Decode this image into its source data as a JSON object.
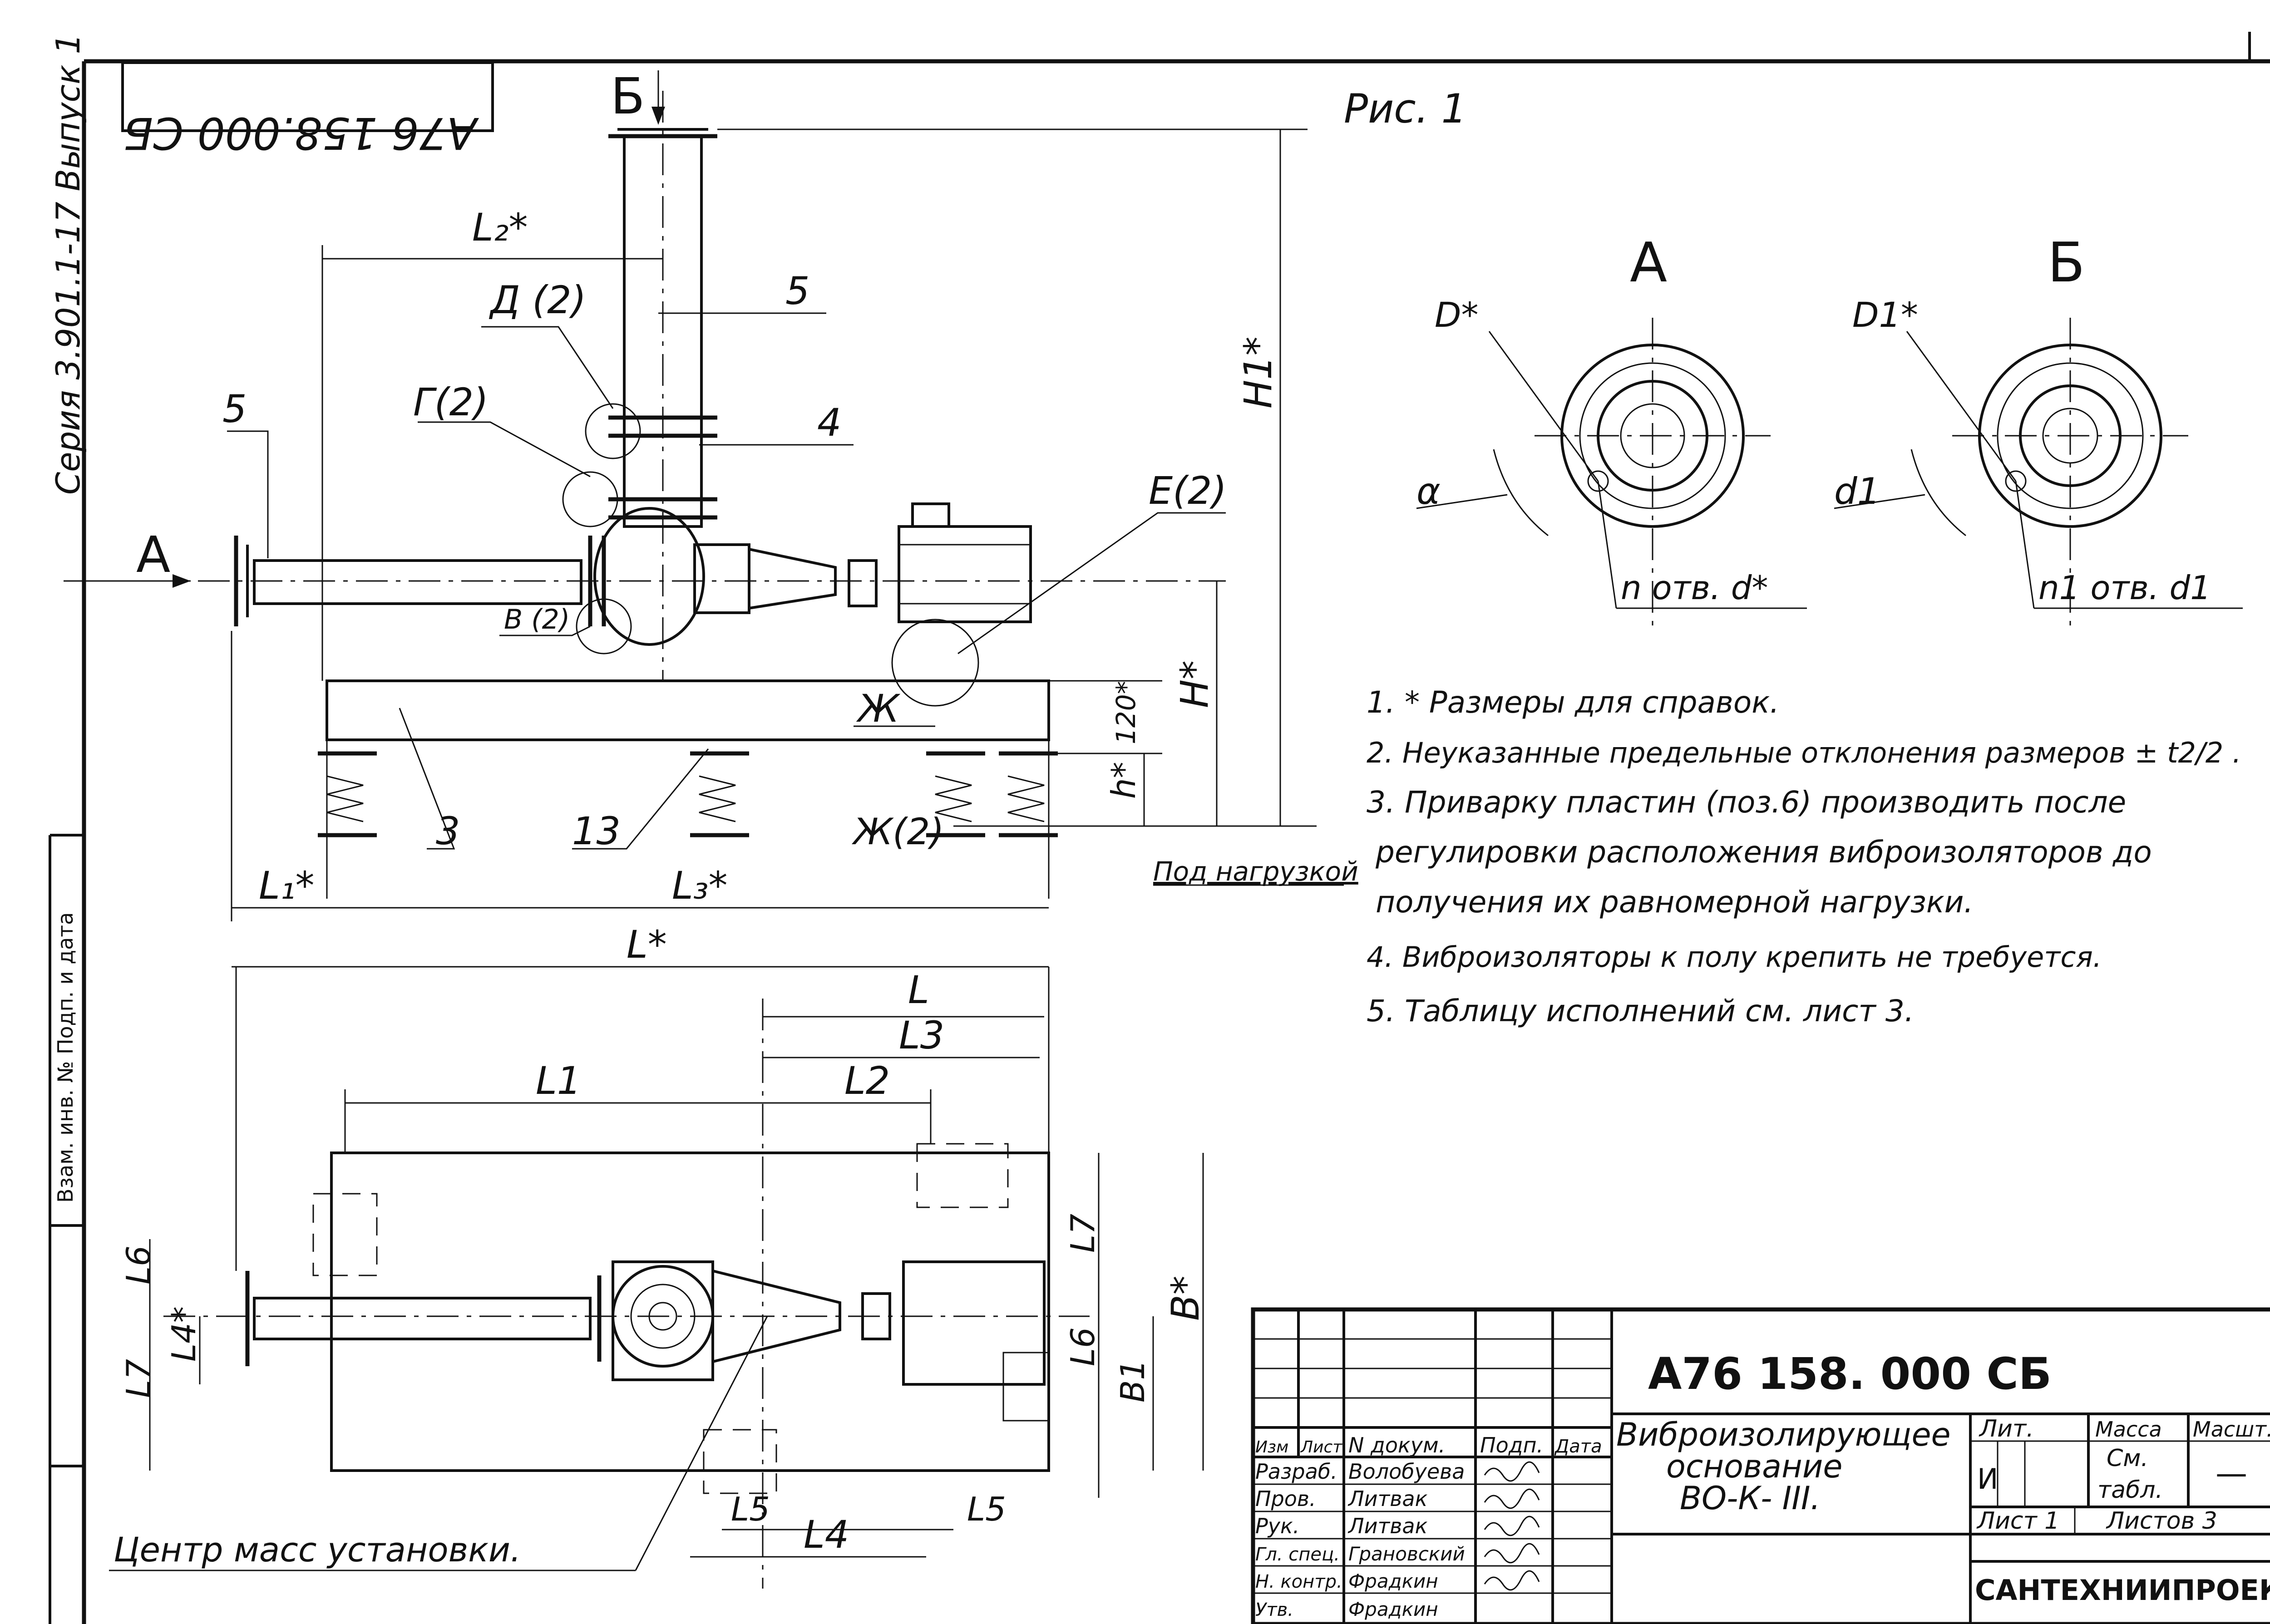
{
  "drawing": {
    "designation": "А76 158.000 СБ",
    "designation_rotated": "А76 158.000 СБ",
    "series": "Серия 3.901.1-17  Выпуск 1",
    "figure_title": "Рис. 1",
    "view_a_label": "А",
    "view_b_label": "Б",
    "arrow_a_label": "А",
    "arrow_b_label": "Б",
    "side_strip_text": "Взам. инв. №   Подп. и дата",
    "under_load_label": "Под нагрузкой",
    "center_mass_label": "Центр  масс  установки."
  },
  "callouts": {
    "d2": "Д (2)",
    "g2": "Г(2)",
    "v2": "В (2)",
    "e2": "Е(2)",
    "zh": "Ж",
    "zh2": "Ж(2)",
    "p5_left": "5",
    "p5_top": "5",
    "p4": "4",
    "p3": "3",
    "p13": "13"
  },
  "dimensions": {
    "L2_star": "L₂*",
    "H1_star": "H1*",
    "H_star": "H*",
    "h_star": "h*",
    "d120_star": "120*",
    "L1_star": "L₁*",
    "L3_star": "L₃*",
    "L_star": "L*",
    "L": "L",
    "L3": "L3",
    "L1": "L1",
    "L2": "L2",
    "L6_left": "L6",
    "L7_left": "L7",
    "L4_star": "L4*",
    "L7_right": "L7",
    "L6_right": "L6",
    "B1": "B1",
    "B_star": "B*",
    "L5_left": "L5",
    "L5_right": "L5",
    "L4": "L4",
    "D_star": "D*",
    "D1_star": "D1*",
    "alpha": "α",
    "d1_angle": "d1",
    "holes_a": "n отв.  d*",
    "holes_b": "n1 отв.  d1"
  },
  "notes": [
    "1. * Размеры  для  справок.",
    "2. Неуказанные предельные отклонения  размеров ± t2/2 .",
    "3. Приварку  пластин  (поз.6)  производить  после",
    "регулировки  расположения  виброизоляторов  до",
    "получения  их  равномерной  нагрузки.",
    "4. Виброизоляторы  к полу  крепить  не требуется.",
    "5. Таблицу  исполнений  см. лист 3."
  ],
  "title_block": {
    "code": "А76 158. 000 СБ",
    "name_line1": "Виброизолирующее",
    "name_line2": "основание",
    "name_line3": "ВО-К- III.",
    "header_izm": "Изм",
    "header_list": "Лист",
    "header_doc": "N докум.",
    "header_sign": "Подп.",
    "header_date": "Дата",
    "rows": [
      {
        "role": "Разраб.",
        "name": "Волобуева"
      },
      {
        "role": "Пров.",
        "name": "Литвак"
      },
      {
        "role": "Рук.",
        "name": "Литвак"
      },
      {
        "role": "Гл. спец.",
        "name": "Грановский"
      },
      {
        "role": "Н. контр.",
        "name": "Фрадкин"
      },
      {
        "role": "Утв.",
        "name": "Фрадкин"
      }
    ],
    "lit_label": "Лит.",
    "mass_label": "Масса",
    "scale_label": "Масшт.",
    "lit_value": "И",
    "mass_value_1": "См.",
    "mass_value_2": "табл.",
    "scale_value": "—",
    "sheet_label": "Лист 1",
    "sheets_label": "Листов 3",
    "org": "САНТЕХНИИПРОЕКТ"
  }
}
